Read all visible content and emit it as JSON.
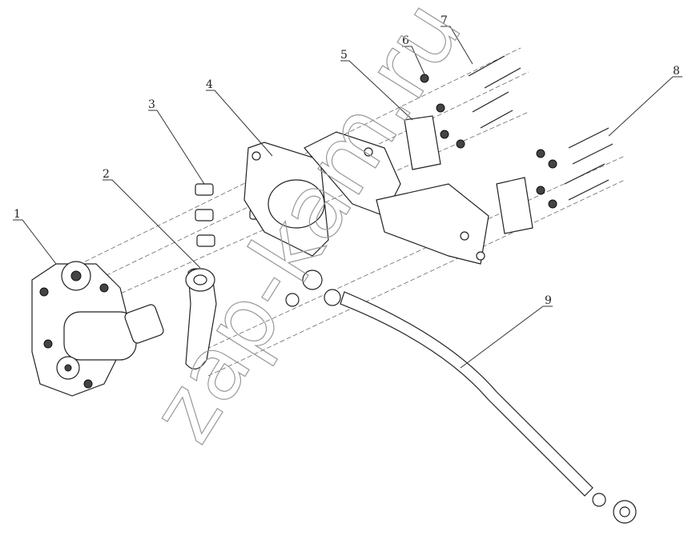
{
  "diagram": {
    "callouts": [
      "1",
      "2",
      "3",
      "4",
      "5",
      "6",
      "7",
      "8",
      "9"
    ],
    "watermark": "zap-kam.ru"
  }
}
